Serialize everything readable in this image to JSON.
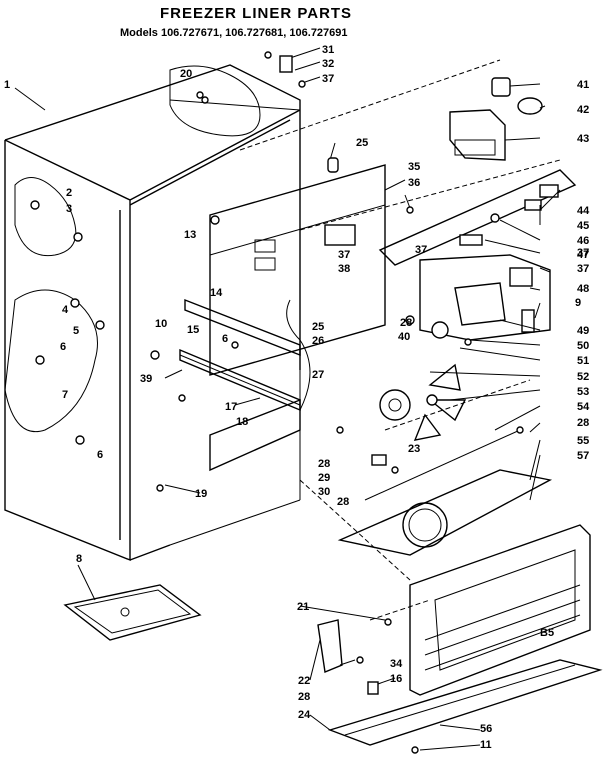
{
  "header": {
    "title": "FREEZER LINER PARTS",
    "models": "Models 106.727671, 106.727681, 106.727691"
  },
  "footer": {
    "code": "B5"
  },
  "callouts": {
    "c1": "1",
    "c2": "2",
    "c3": "3",
    "c4": "4",
    "c5": "5",
    "c6a": "6",
    "c6b": "6",
    "c6c": "6",
    "c7": "7",
    "c8": "8",
    "c9": "9",
    "c10": "10",
    "c11": "11",
    "c13": "13",
    "c14": "14",
    "c15": "15",
    "c16": "16",
    "c17": "17",
    "c18": "18",
    "c19": "19",
    "c20": "20",
    "c21": "21",
    "c22": "22",
    "c23": "23",
    "c24": "24",
    "c25a": "25",
    "c25b": "25",
    "c26": "26",
    "c27": "27",
    "c28a": "28",
    "c28b": "28",
    "c28c": "28",
    "c28d": "28",
    "c28e": "28",
    "c29": "29",
    "c30": "30",
    "c31": "31",
    "c32": "32",
    "c34": "34",
    "c35": "35",
    "c36": "36",
    "c37a": "37",
    "c37b": "37",
    "c37c": "37",
    "c37d": "37",
    "c37e": "37",
    "c38": "38",
    "c39": "39",
    "c40": "40",
    "c41": "41",
    "c42": "42",
    "c43": "43",
    "c44": "44",
    "c45": "45",
    "c46": "46",
    "c47": "47",
    "c48": "48",
    "c49": "49",
    "c50": "50",
    "c51": "51",
    "c52": "52",
    "c53": "53",
    "c54": "54",
    "c55": "55",
    "c56": "56",
    "c57": "57"
  }
}
